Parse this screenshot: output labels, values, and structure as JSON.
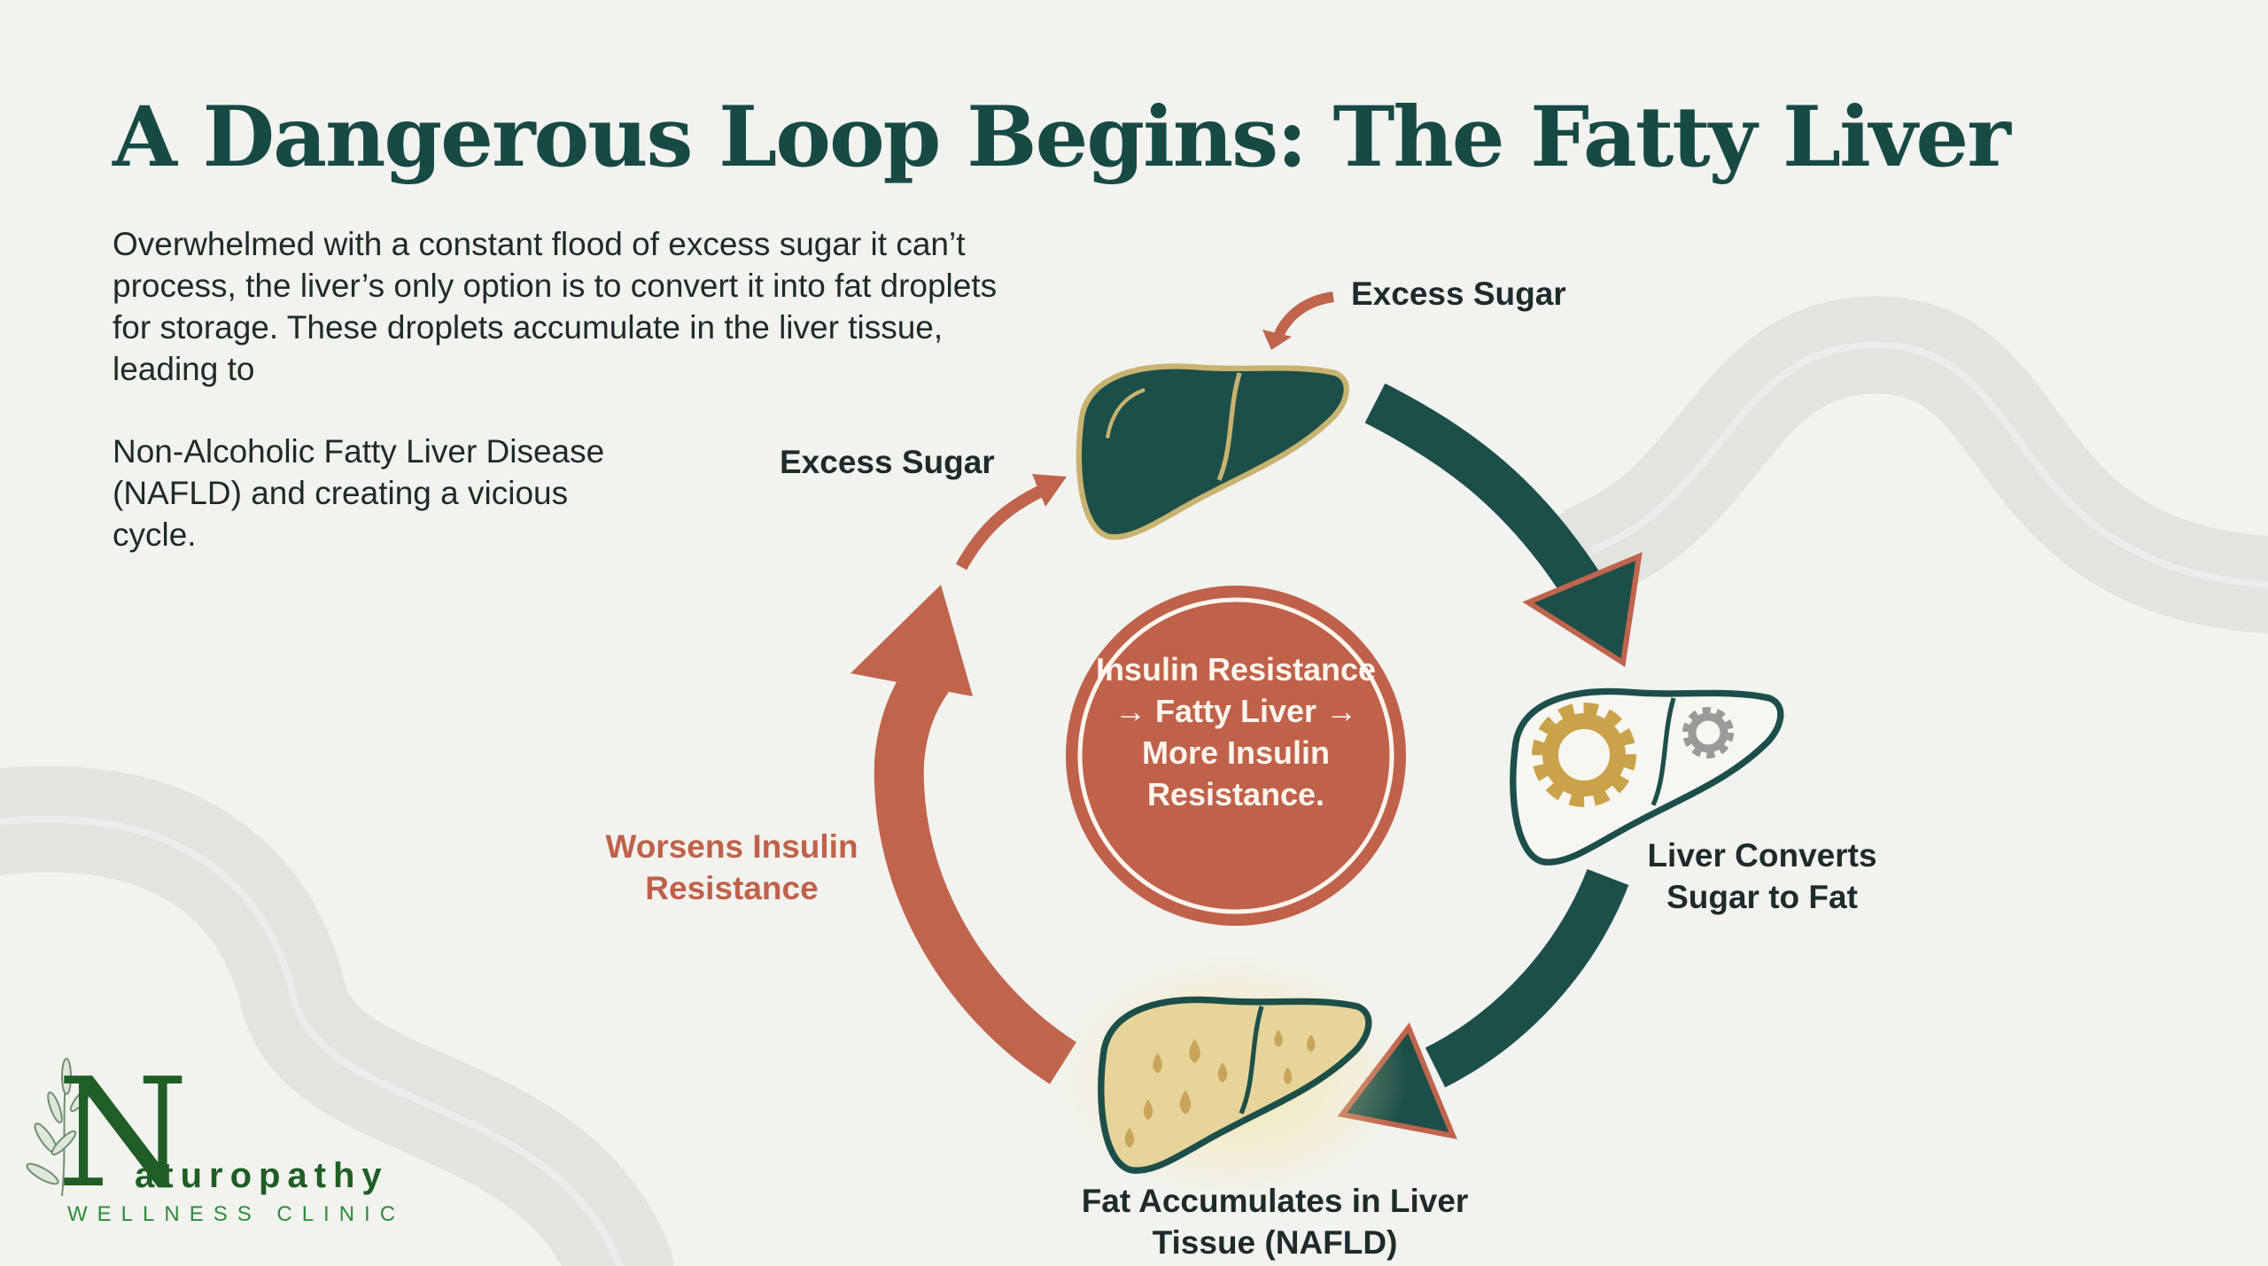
{
  "title": "A Dangerous Loop Begins: The Fatty Liver",
  "intro": "Overwhelmed with a constant flood of excess sugar it can’t process, the liver’s only option is to convert it into fat droplets for storage. These droplets accumulate in the liver tissue, leading to",
  "intro2": "Non-Alcoholic Fatty Liver Disease (NAFLD) and creating a vicious cycle.",
  "cycle": {
    "center_text": "Insulin Resistance → Fatty Liver → More Insulin Resistance.",
    "excess_sugar_top": "Excess Sugar",
    "excess_sugar_left": "Excess Sugar",
    "step_convert_line1": "Liver Converts",
    "step_convert_line2": "Sugar to Fat",
    "step_accumulate_line1": "Fat Accumulates in Liver",
    "step_accumulate_line2": "Tissue (NAFLD)",
    "step_worsens_line1": "Worsens Insulin",
    "step_worsens_line2": "Resistance"
  },
  "logo": {
    "initial": "N",
    "rest": "aturopathy",
    "subtitle": "WELLNESS CLINIC"
  },
  "colors": {
    "teal": "#1d4f4a",
    "terracotta": "#c0644c",
    "fat_yellow": "#e6d49a",
    "background": "#f2f2ef"
  }
}
